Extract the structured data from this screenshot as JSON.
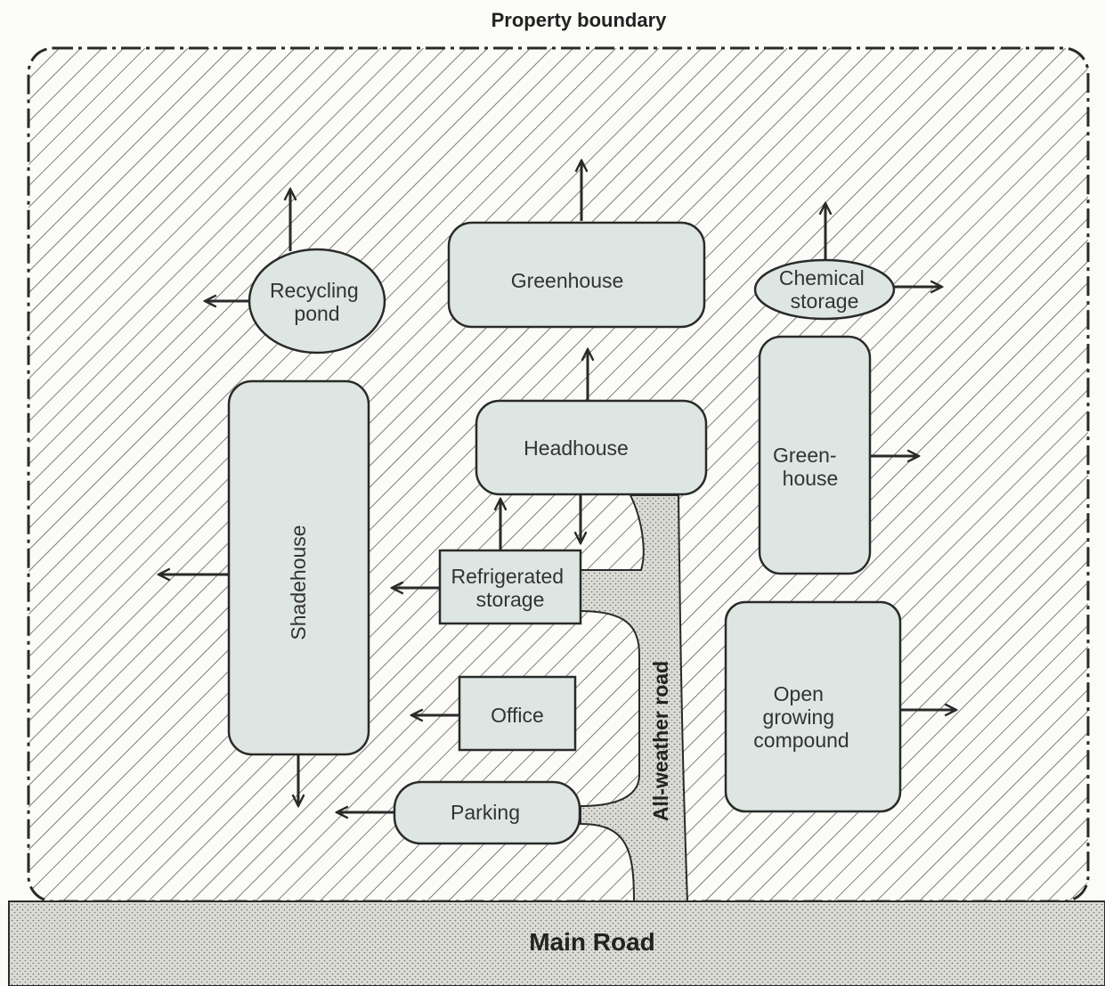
{
  "title": "Property boundary",
  "main_road": "Main Road",
  "road_label": "All-weather road",
  "areas": {
    "recycling_pond": [
      "Recycling",
      "pond"
    ],
    "greenhouse_top": [
      "Greenhouse"
    ],
    "chemical_storage": [
      "Chemical",
      "storage"
    ],
    "headhouse": [
      "Headhouse"
    ],
    "greenhouse_right": [
      "Green-",
      "house"
    ],
    "shadehouse": [
      "Shadehouse"
    ],
    "refrigerated_storage": [
      "Refrigerated",
      "storage"
    ],
    "open_growing_compound": [
      "Open",
      "growing",
      "compound"
    ],
    "office": [
      "Office"
    ],
    "parking": [
      "Parking"
    ]
  },
  "colors": {
    "box_fill": "#dde6e3",
    "outline": "#2a2a2a",
    "hatch": "#555555",
    "road": "#dcdcd6"
  }
}
